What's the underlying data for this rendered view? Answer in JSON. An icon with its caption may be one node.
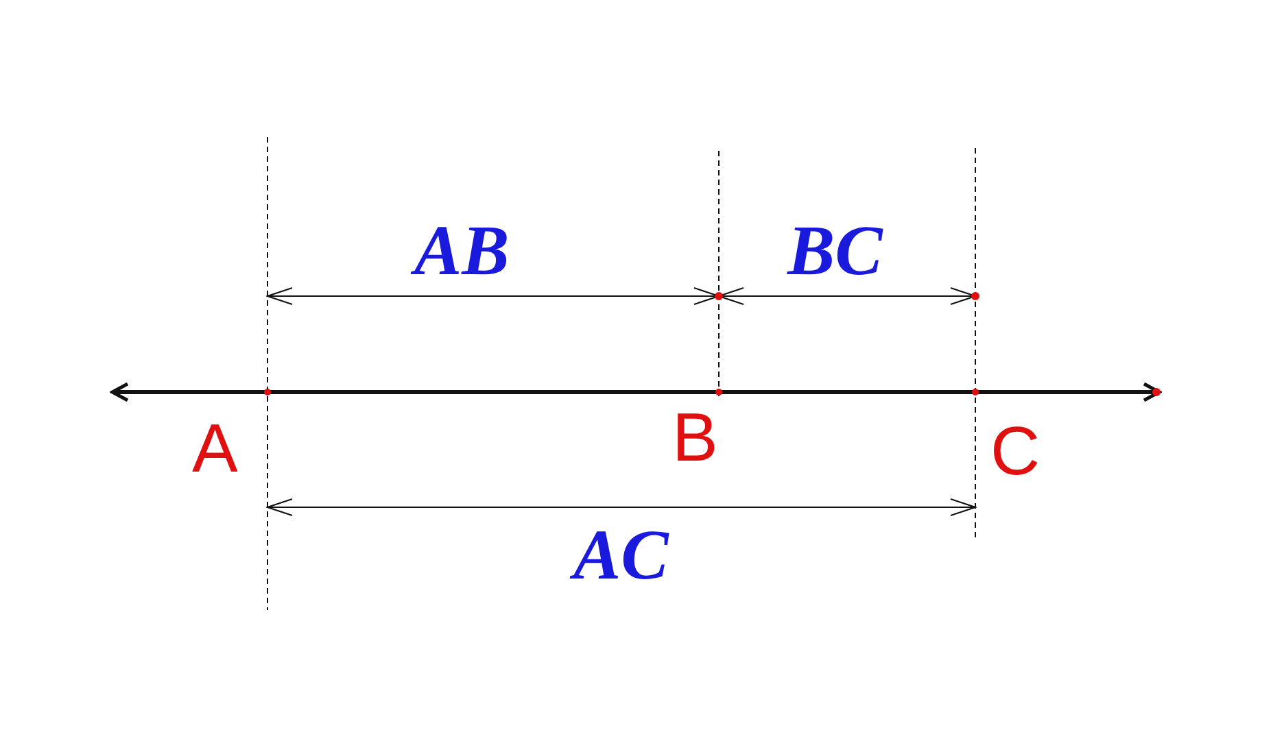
{
  "diagram": {
    "labels": [
      "AB",
      "BC",
      "A",
      "B",
      "C",
      "AC"
    ]
  }
}
